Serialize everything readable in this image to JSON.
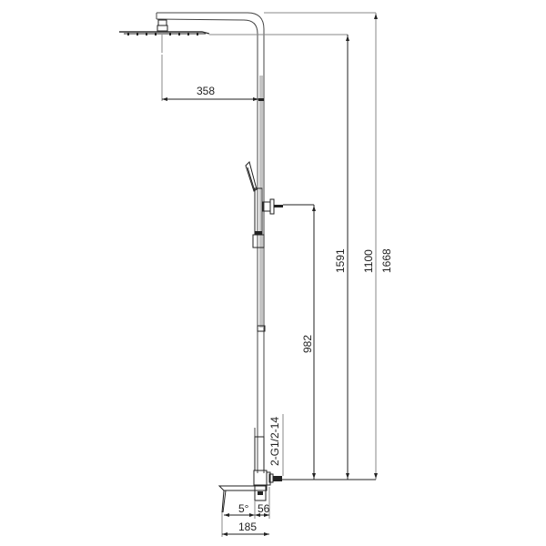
{
  "diagram": {
    "type": "technical-drawing",
    "subject": "shower column with overhead rain shower, hand shower and tub spout mixer",
    "colors": {
      "line": "#444444",
      "background": "#ffffff",
      "text": "#222222"
    },
    "dimensions": {
      "overhead_reach": "358",
      "total_height": "1668",
      "overhead_height": "1591",
      "slide_bar_height": "1100",
      "outlet_height": "982",
      "connection": "2-G1/2-14",
      "spout_angle": "5°",
      "mixer_depth": "56",
      "spout_length": "185"
    }
  }
}
